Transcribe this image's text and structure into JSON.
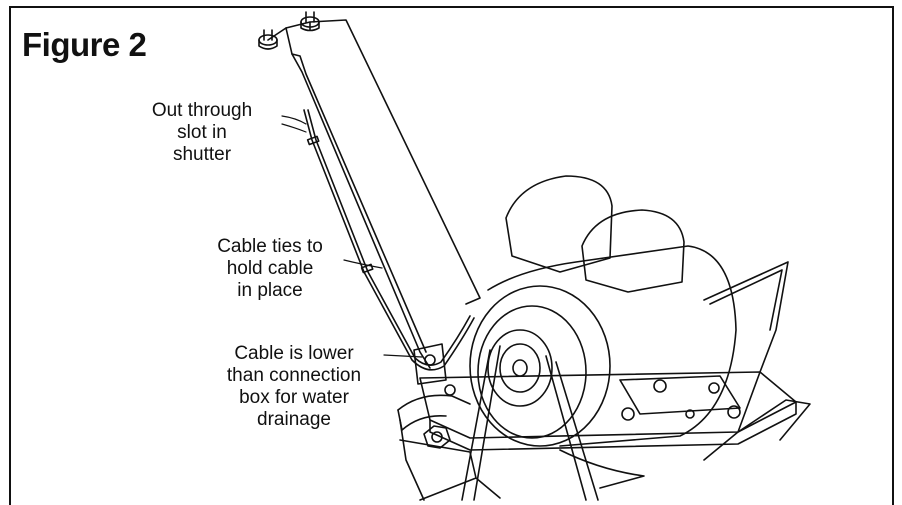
{
  "figure": {
    "title": "Figure 2"
  },
  "callouts": [
    {
      "lines": [
        "Out through",
        "slot in",
        "shutter"
      ]
    },
    {
      "lines": [
        "Cable ties to",
        "hold cable",
        "in place"
      ]
    },
    {
      "lines": [
        "Cable is lower",
        "than connection",
        "box for water",
        "drainage"
      ]
    }
  ]
}
